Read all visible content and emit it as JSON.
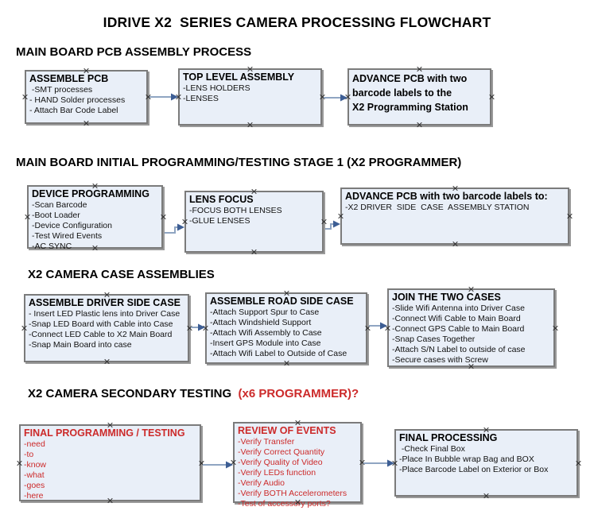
{
  "title": "IDRIVE X2  SERIES CAMERA PROCESSING FLOWCHART",
  "colors": {
    "box_fill": "#e9eff8",
    "box_border": "#7b7b7b",
    "red_text": "#cc2a2a",
    "arrow_line": "#8fa5c2",
    "arrow_head": "#3d5e94"
  },
  "sections": [
    {
      "heading": "MAIN BOARD PCB ASSEMBLY PROCESS",
      "boxes": [
        {
          "title": "ASSEMBLE PCB",
          "items": [
            " -SMT processes",
            "- HAND Solder processes",
            "- Attach Bar Code Label"
          ]
        },
        {
          "title": "TOP LEVEL ASSEMBLY",
          "items": [
            "-LENS HOLDERS",
            "-LENSES"
          ]
        },
        {
          "title": "ADVANCE PCB with two\nbarcode labels to the\n X2 Programming Station",
          "items": []
        }
      ]
    },
    {
      "heading": "MAIN BOARD INITIAL PROGRAMMING/TESTING STAGE 1 (X2 PROGRAMMER)",
      "boxes": [
        {
          "title": "DEVICE PROGRAMMING",
          "items": [
            "-Scan Barcode",
            "-Boot Loader",
            "-Device Configuration",
            "-Test Wired Events",
            "-AC SYNC"
          ]
        },
        {
          "title": "LENS FOCUS",
          "items": [
            "-FOCUS BOTH LENSES",
            "-GLUE LENSES"
          ]
        },
        {
          "title": "ADVANCE PCB with two barcode labels to:",
          "items": [
            "-X2 DRIVER  SIDE  CASE  ASSEMBLY STATION"
          ]
        }
      ]
    },
    {
      "heading": "X2 CAMERA CASE ASSEMBLIES",
      "boxes": [
        {
          "title": "ASSEMBLE DRIVER SIDE CASE",
          "items": [
            "- Insert LED Plastic lens into Driver Case",
            "-Snap LED Board with Cable into Case",
            "-Connect LED Cable to X2 Main Board",
            "-Snap Main Board into case"
          ]
        },
        {
          "title": "ASSEMBLE ROAD SIDE CASE",
          "items": [
            "-Attach Support Spur to Case",
            "-Attach Windshield Support",
            "-Attach Wifi Assembly to Case",
            "-Insert GPS Module into Case",
            "-Attach Wifi Label to Outside of Case"
          ]
        },
        {
          "title": "JOIN THE TWO CASES",
          "items": [
            "-Slide Wifi Antenna into Driver Case",
            "-Connect Wifi Cable to Main Board",
            "-Connect GPS Cable to Main Board",
            "-Snap Cases Together",
            "-Attach S/N Label to outside of case",
            "-Secure cases with Screw"
          ]
        }
      ]
    },
    {
      "heading": "X2 CAMERA SECONDARY TESTING  ",
      "heading_suffix": "(x6 PROGRAMMER)?",
      "boxes": [
        {
          "title": "FINAL PROGRAMMING / TESTING",
          "items": [
            "-need",
            "-to",
            "-know",
            "-what",
            "-goes",
            "-here"
          ]
        },
        {
          "title": "REVIEW OF EVENTS",
          "items": [
            "-Verify Transfer",
            "-Verify Correct Quantity",
            "-Verify Quality of Video",
            "-Verify LEDs function",
            "-Verify Audio",
            "-Verify BOTH Accelerometers",
            "-Test of accessory ports?"
          ]
        },
        {
          "title": "FINAL PROCESSING",
          "items": [
            " -Check Final Box",
            "-Place In Bubble wrap Bag and BOX",
            "-Place Barcode Label on Exterior or Box"
          ]
        }
      ]
    }
  ]
}
